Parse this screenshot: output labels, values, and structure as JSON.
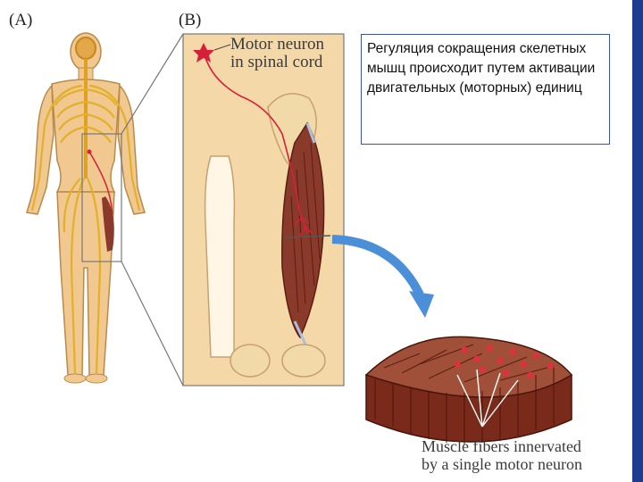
{
  "panels": {
    "a": "(A)",
    "b": "(B)"
  },
  "motor_label": {
    "line1": "Motor neuron",
    "line2": "in spinal cord"
  },
  "caption": "Регуляция сокращения скелетных мышц происходит путем активации двигательных (моторных) единиц",
  "fibers_label": {
    "line1": "Muscle fibers innervated",
    "line2": "by a single motor neuron"
  },
  "colors": {
    "skin": "#f0c890",
    "nerve": "#e2b02a",
    "muscle": "#8a3a2a",
    "neuron": "#d6203a",
    "arrow": "#4a8fd8",
    "accent_bar": "#1d3b8f"
  }
}
